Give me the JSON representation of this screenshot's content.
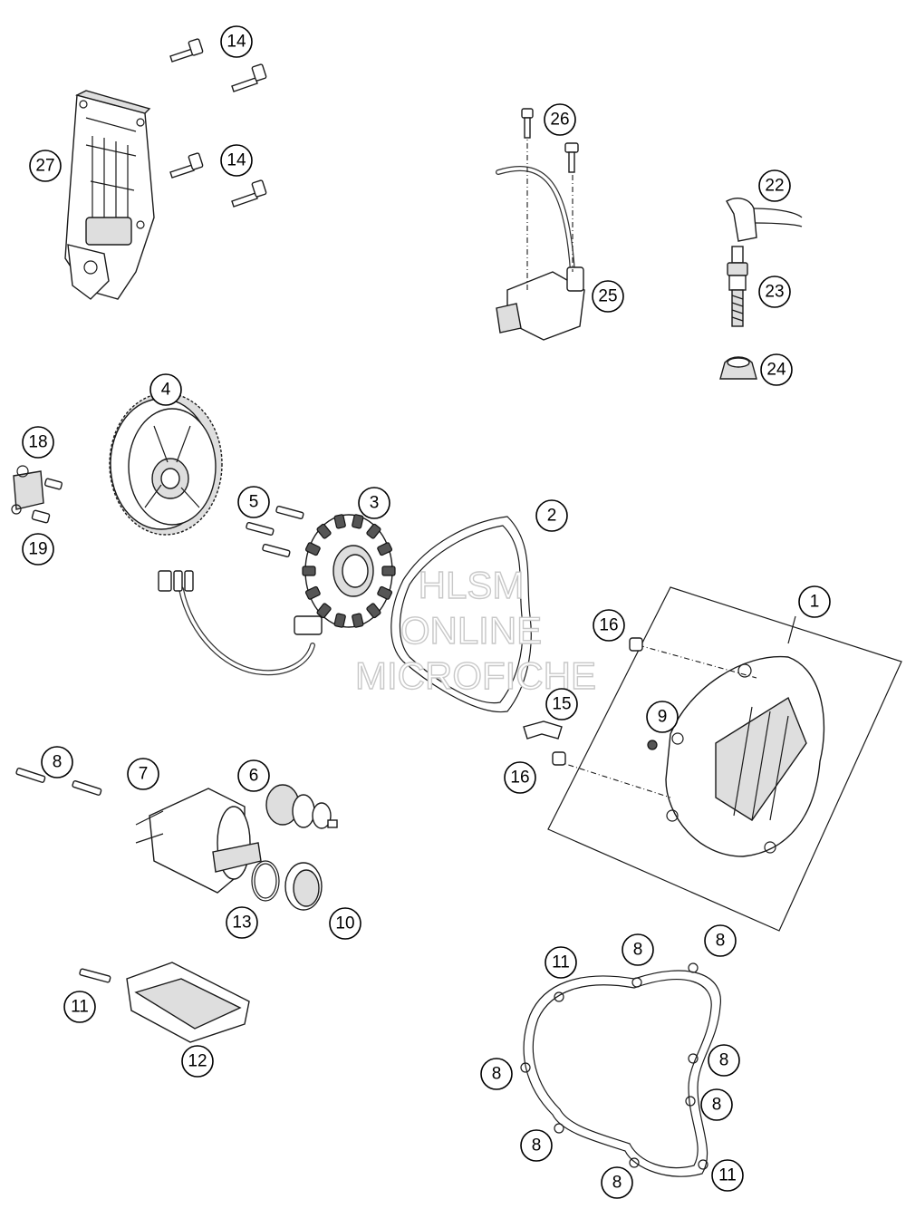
{
  "watermark": [
    "HLSM",
    "ONLINE",
    "MICROFICHE"
  ],
  "callouts": {
    "c14a": "14",
    "c14b": "14",
    "c27": "27",
    "c26": "26",
    "c22": "22",
    "c23": "23",
    "c25": "25",
    "c24": "24",
    "c4": "4",
    "c18": "18",
    "c19": "19",
    "c5": "5",
    "c3": "3",
    "c2": "2",
    "c1": "1",
    "c16a": "16",
    "c9": "9",
    "c15": "15",
    "c16b": "16",
    "c8a": "8",
    "c7": "7",
    "c6": "6",
    "c13": "13",
    "c10": "10",
    "c11a": "11",
    "c12": "12",
    "c11b": "11",
    "c8b": "8",
    "c8c": "8",
    "c8d": "8",
    "c8e": "8",
    "c8f": "8",
    "c8g": "8",
    "c8h": "8",
    "c11c": "11"
  }
}
